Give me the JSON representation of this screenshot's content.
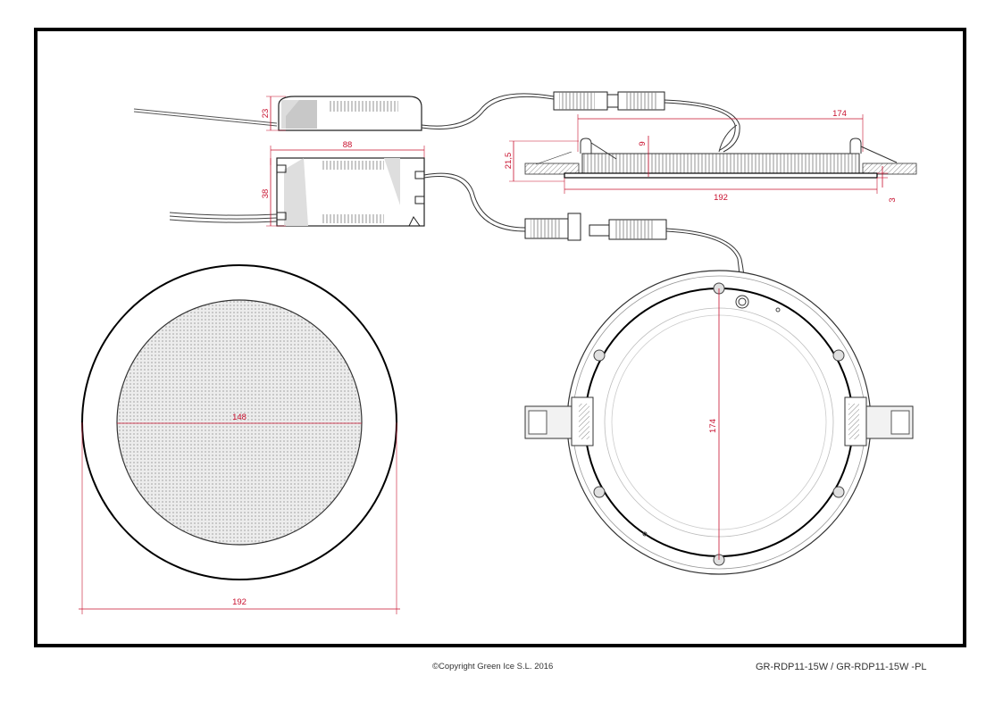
{
  "footer": {
    "copyright": "©Copyright Green Ice S.L. 2016",
    "model": "GR-RDP11-15W / GR-RDP11-15W -PL"
  },
  "dimensions": {
    "driver_height": "23",
    "driver_length": "88",
    "driver_width": "38",
    "panel_inner_width": "174",
    "panel_outer_width": "192",
    "mount_depth": "21,5",
    "panel_body_height": "9",
    "rim_thickness": "3",
    "front_diffuser_diameter": "148",
    "front_outer_diameter": "192",
    "back_diameter": "174"
  },
  "colors": {
    "dimension": "#c8102e",
    "line": "#000000",
    "detail": "#888888"
  }
}
